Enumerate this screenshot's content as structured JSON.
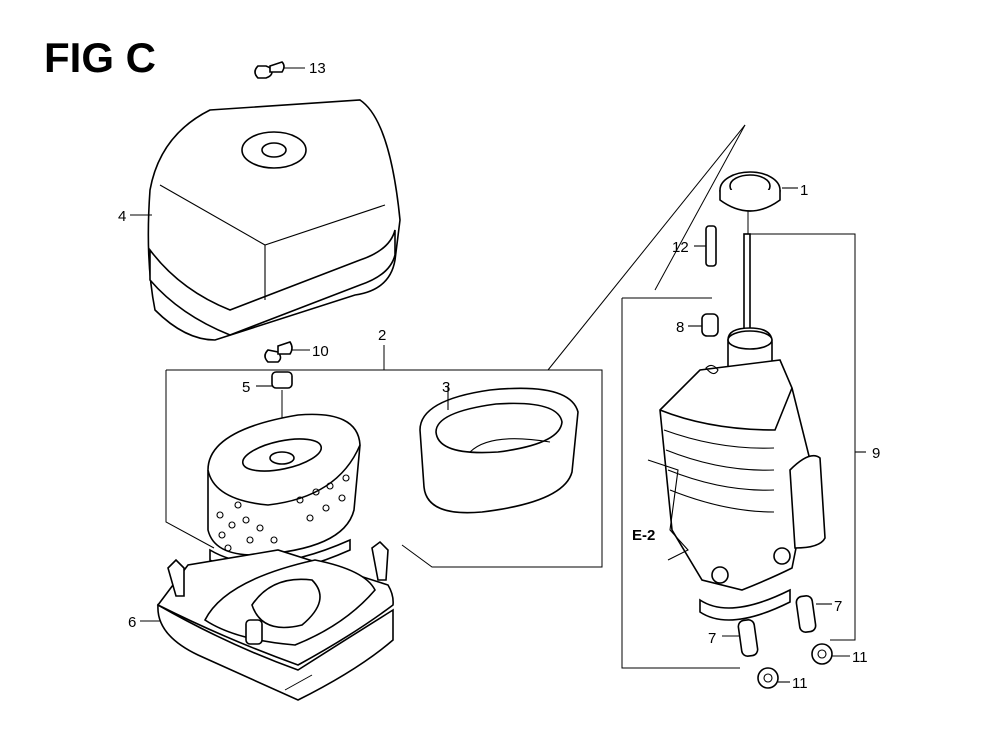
{
  "figure": {
    "title": "FIG C",
    "callouts": {
      "c1": "1",
      "c2": "2",
      "c3": "3",
      "c4": "4",
      "c5": "5",
      "c6": "6",
      "c7a": "7",
      "c7b": "7",
      "c8": "8",
      "c9": "9",
      "c10": "10",
      "c11a": "11",
      "c11b": "11",
      "c12": "12",
      "c13": "13"
    },
    "reference": "E-2"
  }
}
